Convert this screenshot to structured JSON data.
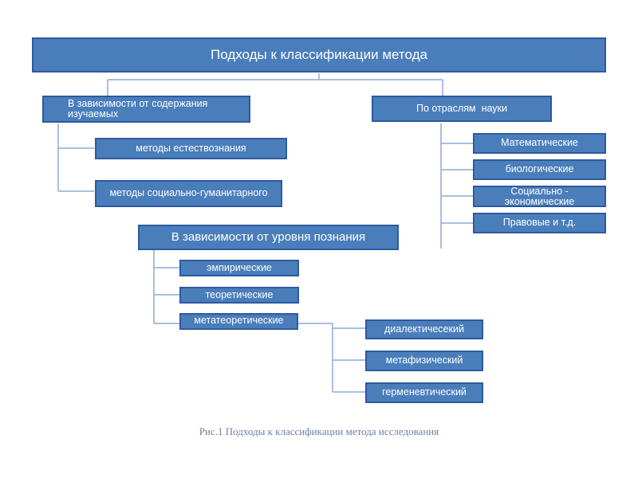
{
  "diagram": {
    "title": "Подходы к классификации метода",
    "by_content": {
      "label": "В зависимости от содержания изучаемых",
      "items": [
        "методы естествознания",
        "методы социально-гуманитарного"
      ]
    },
    "by_branch": {
      "label": "По отраслям  науки",
      "items": [
        "Математические",
        "биологические",
        "Социально - экономические",
        "Правовые и т.д."
      ]
    },
    "by_level": {
      "label": "В зависимости от уровня познания",
      "items": [
        "эмпирические",
        "теоретические",
        "метатеоретические"
      ]
    },
    "metatheoretical_types": [
      "диалектичесекий",
      "метафизический",
      "герменевтический"
    ],
    "caption": "Рис.1 Подходы к классификации метода исследования"
  },
  "colors": {
    "box_fill": "#4a7ebb",
    "box_border": "#2d5aa0",
    "connector": "#8eaad8",
    "caption": "#6b7fa6"
  }
}
